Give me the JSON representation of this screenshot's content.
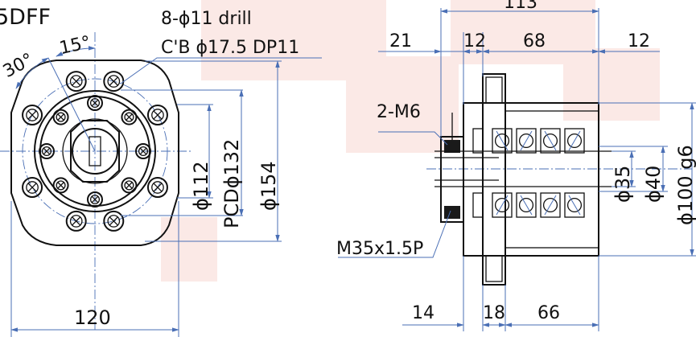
{
  "title_partial": "5DFF",
  "front_view": {
    "drill_note_line1": "8-ϕ11 drill",
    "drill_note_line2": "C'B ϕ17.5 DP11",
    "angle_30": "30°",
    "angle_15": "15°",
    "dia_112": "ϕ112",
    "pcd_132": "PCDϕ132",
    "dia_154": "ϕ154",
    "width_120": "120"
  },
  "side_view": {
    "dim_113": "113",
    "dim_21": "21",
    "dim_12_left": "12",
    "dim_68": "68",
    "dim_12_right": "12",
    "thread_2m6": "2-M6",
    "thread_m35": "M35x1.5P",
    "dia_35": "ϕ35",
    "dia_40": "ϕ40",
    "dia_100": "ϕ100 g6",
    "dim_14": "14",
    "dim_18": "18",
    "dim_66": "66"
  },
  "colors": {
    "line": "#111111",
    "dimension": "#4a6fb5",
    "watermark": "#fbe9e6",
    "hatch_dark": "#1a1a1a",
    "hatch_gray": "#9a9a9a"
  }
}
